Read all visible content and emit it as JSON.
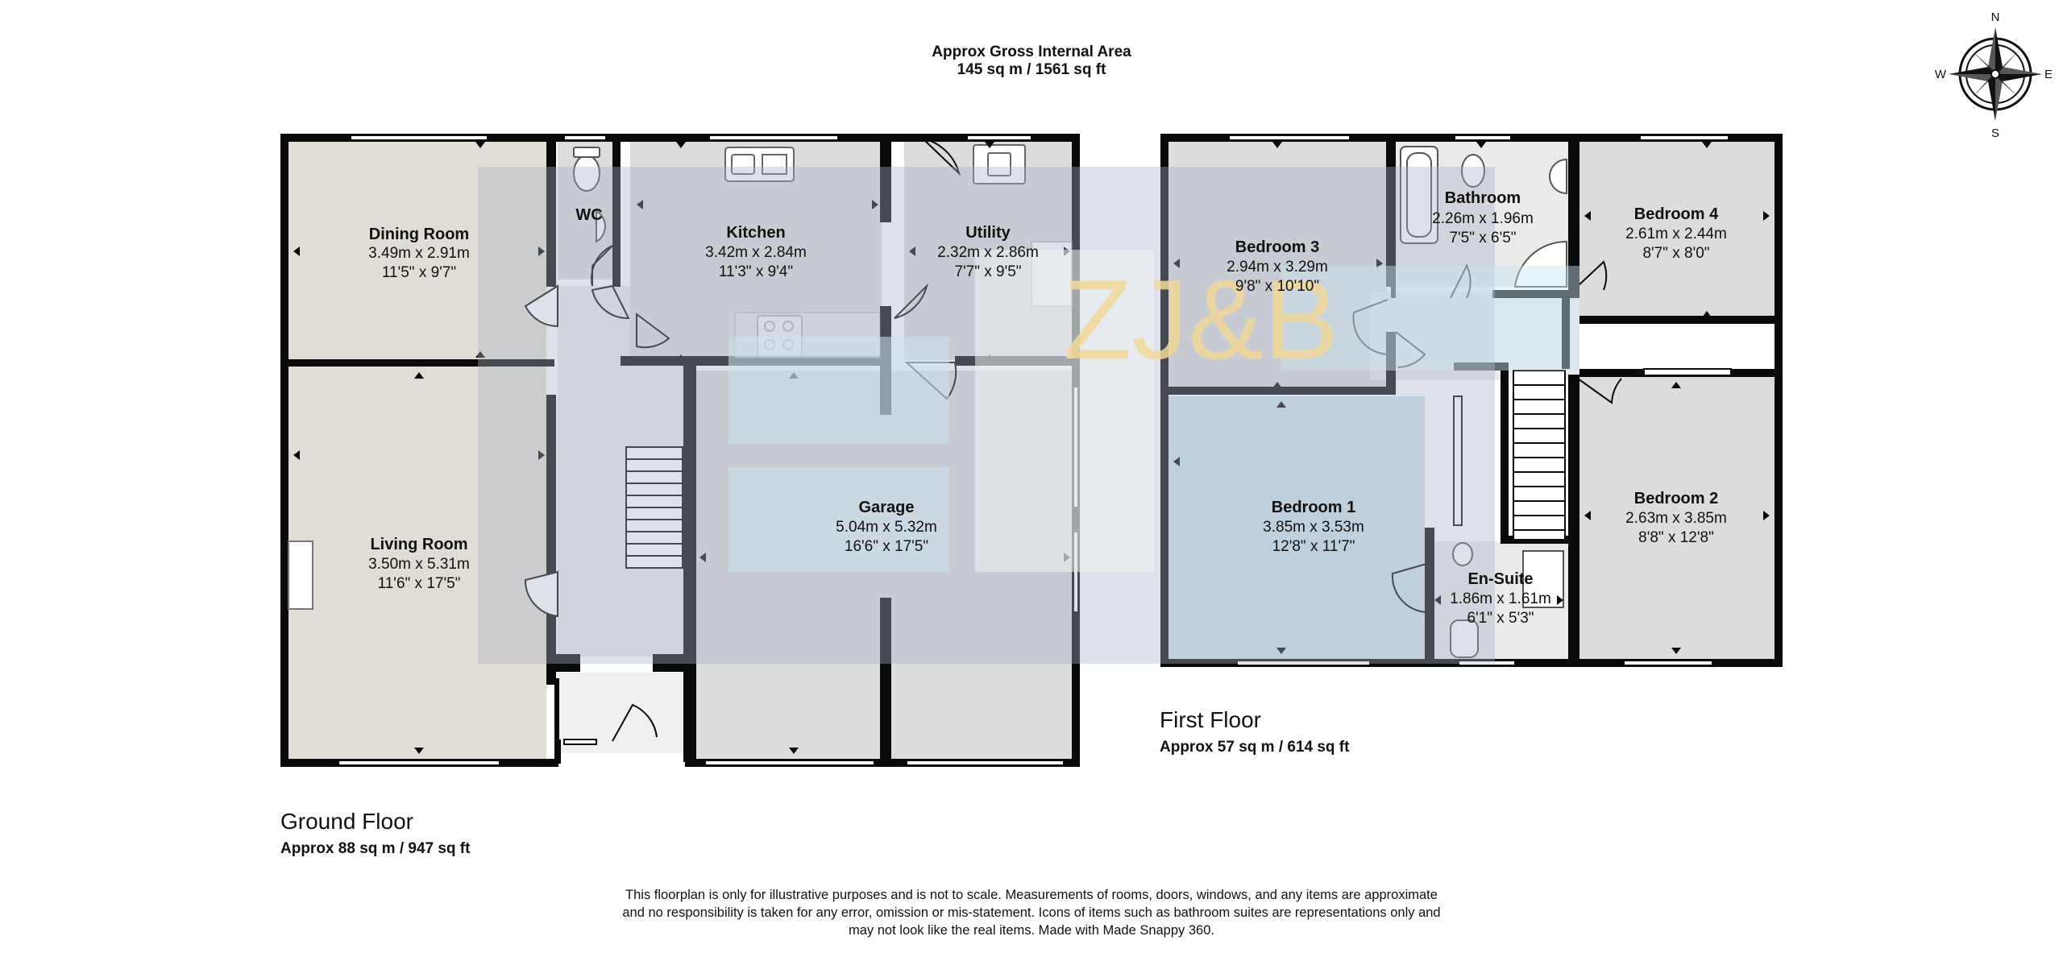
{
  "header": {
    "gross_title": "Approx Gross Internal Area",
    "gross_area": "145 sq m / 1561 sq ft"
  },
  "compass": {
    "n": "N",
    "s": "S",
    "e": "E",
    "w": "W"
  },
  "watermark": "ZJ&B",
  "ground_floor": {
    "title": "Ground Floor",
    "area": "Approx 88 sq m / 947 sq ft",
    "rooms": {
      "dining_room": {
        "name": "Dining Room",
        "metric": "3.49m x 2.91m",
        "imperial": "11'5\" x 9'7\""
      },
      "wc": {
        "name": "WC"
      },
      "kitchen": {
        "name": "Kitchen",
        "metric": "3.42m x 2.84m",
        "imperial": "11'3\" x 9'4\""
      },
      "utility": {
        "name": "Utility",
        "metric": "2.32m x 2.86m",
        "imperial": "7'7\" x 9'5\""
      },
      "living_room": {
        "name": "Living Room",
        "metric": "3.50m x 5.31m",
        "imperial": "11'6\" x 17'5\""
      },
      "garage": {
        "name": "Garage",
        "metric": "5.04m x 5.32m",
        "imperial": "16'6\" x 17'5\""
      }
    }
  },
  "first_floor": {
    "title": "First Floor",
    "area": "Approx 57 sq m / 614 sq ft",
    "rooms": {
      "bedroom_3": {
        "name": "Bedroom 3",
        "metric": "2.94m x 3.29m",
        "imperial": "9'8\" x 10'10\""
      },
      "bathroom": {
        "name": "Bathroom",
        "metric": "2.26m x 1.96m",
        "imperial": "7'5\" x 6'5\""
      },
      "bedroom_4": {
        "name": "Bedroom 4",
        "metric": "2.61m x 2.44m",
        "imperial": "8'7\" x 8'0\""
      },
      "bedroom_1": {
        "name": "Bedroom 1",
        "metric": "3.85m x 3.53m",
        "imperial": "12'8\" x 11'7\""
      },
      "en_suite": {
        "name": "En-Suite",
        "metric": "1.86m x 1.61m",
        "imperial": "6'1\" x 5'3\""
      },
      "bedroom_2": {
        "name": "Bedroom 2",
        "metric": "2.63m x 3.85m",
        "imperial": "8'8\" x 12'8\""
      }
    }
  },
  "disclaimer": [
    "This floorplan is only for illustrative purposes and is not to scale. Measurements of rooms, doors, windows, and any items are approximate",
    "and no responsibility is taken for any error, omission or mis-statement. Icons of items such as bathroom suites are representations only and",
    "may not look like the real items. Made with Made Snappy 360."
  ],
  "colors": {
    "wall": "#0a0a0a",
    "beige_floor": "#e0ddd6",
    "grey_floor": "#dcdcdc",
    "light_blue_floor": "#cde4ee",
    "hall_floor": "#e9ecef",
    "watermark_overlay": "#a8b0bf",
    "watermark_text": "#f2d99a"
  }
}
